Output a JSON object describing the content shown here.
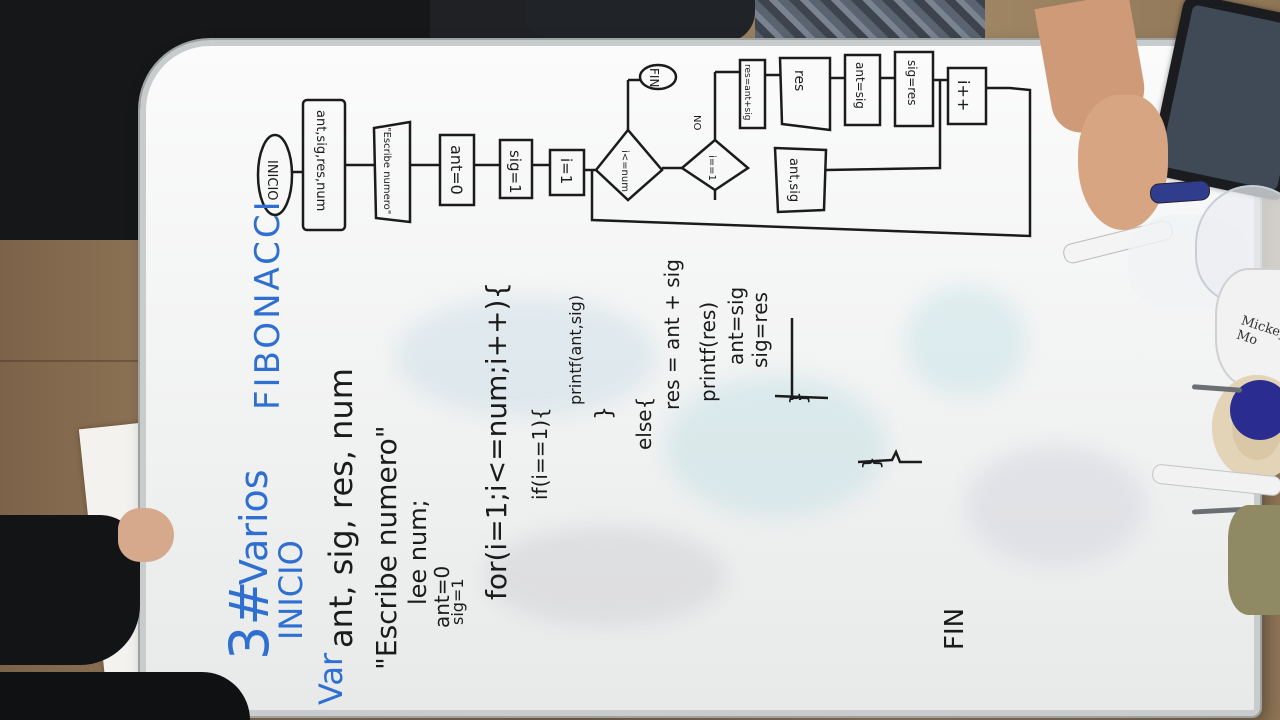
{
  "colors": {
    "board": "#f3f4f4",
    "frame": "#c9cccd",
    "black_ink": "#1b1b1b",
    "blue_ink": "#2e6fd1",
    "floor": "#8a7258"
  },
  "board_blue": {
    "number": "3#",
    "heading": "Varios",
    "fibonacci": "FIBONACCI",
    "inicio": "INICIO",
    "var": "Var"
  },
  "board_code": {
    "vars": "ant, sig, res, num",
    "prompt": "\"Escribe numero\"",
    "read": "lee num;",
    "ant0": "ant=0",
    "sig1": "sig=1",
    "for": "for(i=1;i<=num;i++){",
    "if": "if(i==1){",
    "printf1": "printf(ant,sig)",
    "close1": "}",
    "else": "else{",
    "res": "res = ant + sig",
    "printf2": "printf(res)",
    "antsig": "ant=sig",
    "sigres": "sig=res",
    "close2": "}",
    "close3": "}",
    "fin": "FIN"
  },
  "flowchart": {
    "inicio": "INICIO",
    "decl": "ant,sig,res,num",
    "prompt": "\"Escribe numero\"",
    "ant0": "ant=0",
    "sig1": "sig=1",
    "i1": "i=1",
    "cond_loop": "i<=num",
    "cond_if": "i==1",
    "no": "NO",
    "fin": "FIN",
    "out_antsig": "ant,sig",
    "calc": "res=ant+sig",
    "out_res": "res",
    "assign_ant": "ant=sig",
    "assign_sig": "sig=res",
    "inc": "i++"
  },
  "props": {
    "mug_text": "Mickey Mo"
  }
}
